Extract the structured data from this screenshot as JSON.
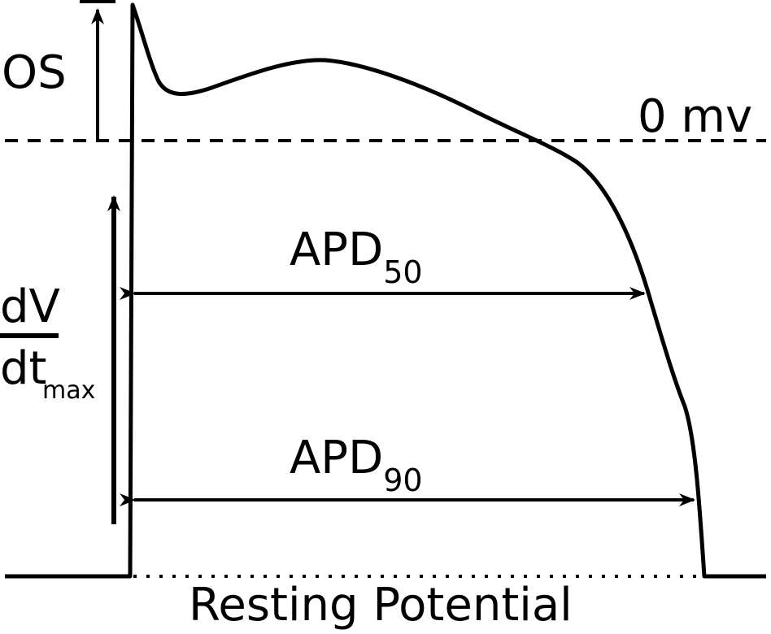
{
  "labels": {
    "overshoot": "OS",
    "zero_mv": "0 mv",
    "apd50_main": "APD",
    "apd50_sub": "50",
    "apd90_main": "APD",
    "apd90_sub": "90",
    "dvdt_num": "dV",
    "dvdt_den": "dt",
    "dvdt_sub": "max",
    "resting": "Resting Potential"
  }
}
